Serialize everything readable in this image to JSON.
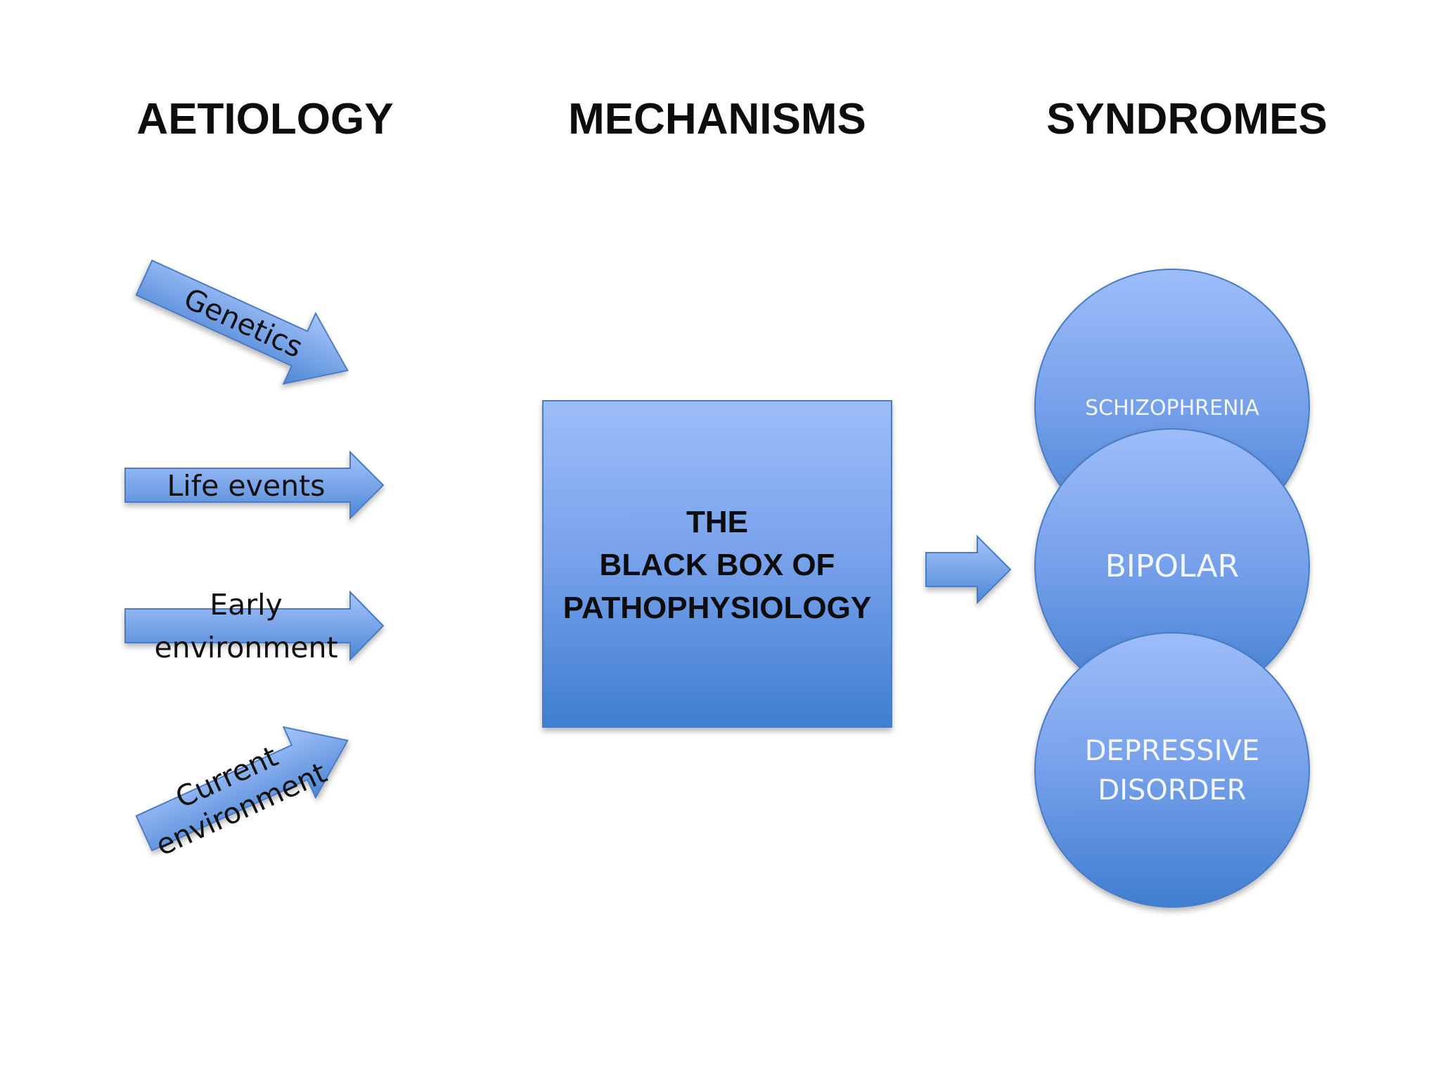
{
  "headings": {
    "aetiology": "AETIOLOGY",
    "mechanisms": "MECHANISMS",
    "syndromes": "SYNDROMES"
  },
  "causes": {
    "genetics": "Genetics",
    "life_events": "Life events",
    "early_environment": [
      "Early",
      "environment"
    ],
    "current_environment": [
      "Current",
      "environment"
    ]
  },
  "black_box": {
    "lines": [
      "THE",
      "BLACK BOX OF",
      "PATHOPHYSIOLOGY"
    ]
  },
  "syndromes": {
    "schizophrenia": "SCHIZOPHRENIA",
    "bipolar": "BIPOLAR",
    "depressive": [
      "DEPRESSIVE",
      "DISORDER"
    ]
  },
  "colors": {
    "shape_light": "#9dbdf9",
    "shape_dark": "#3f7ed0",
    "outline": "#4a7cc4",
    "text_dark": "#0d0d0d",
    "text_light": "#f2f6ff"
  }
}
